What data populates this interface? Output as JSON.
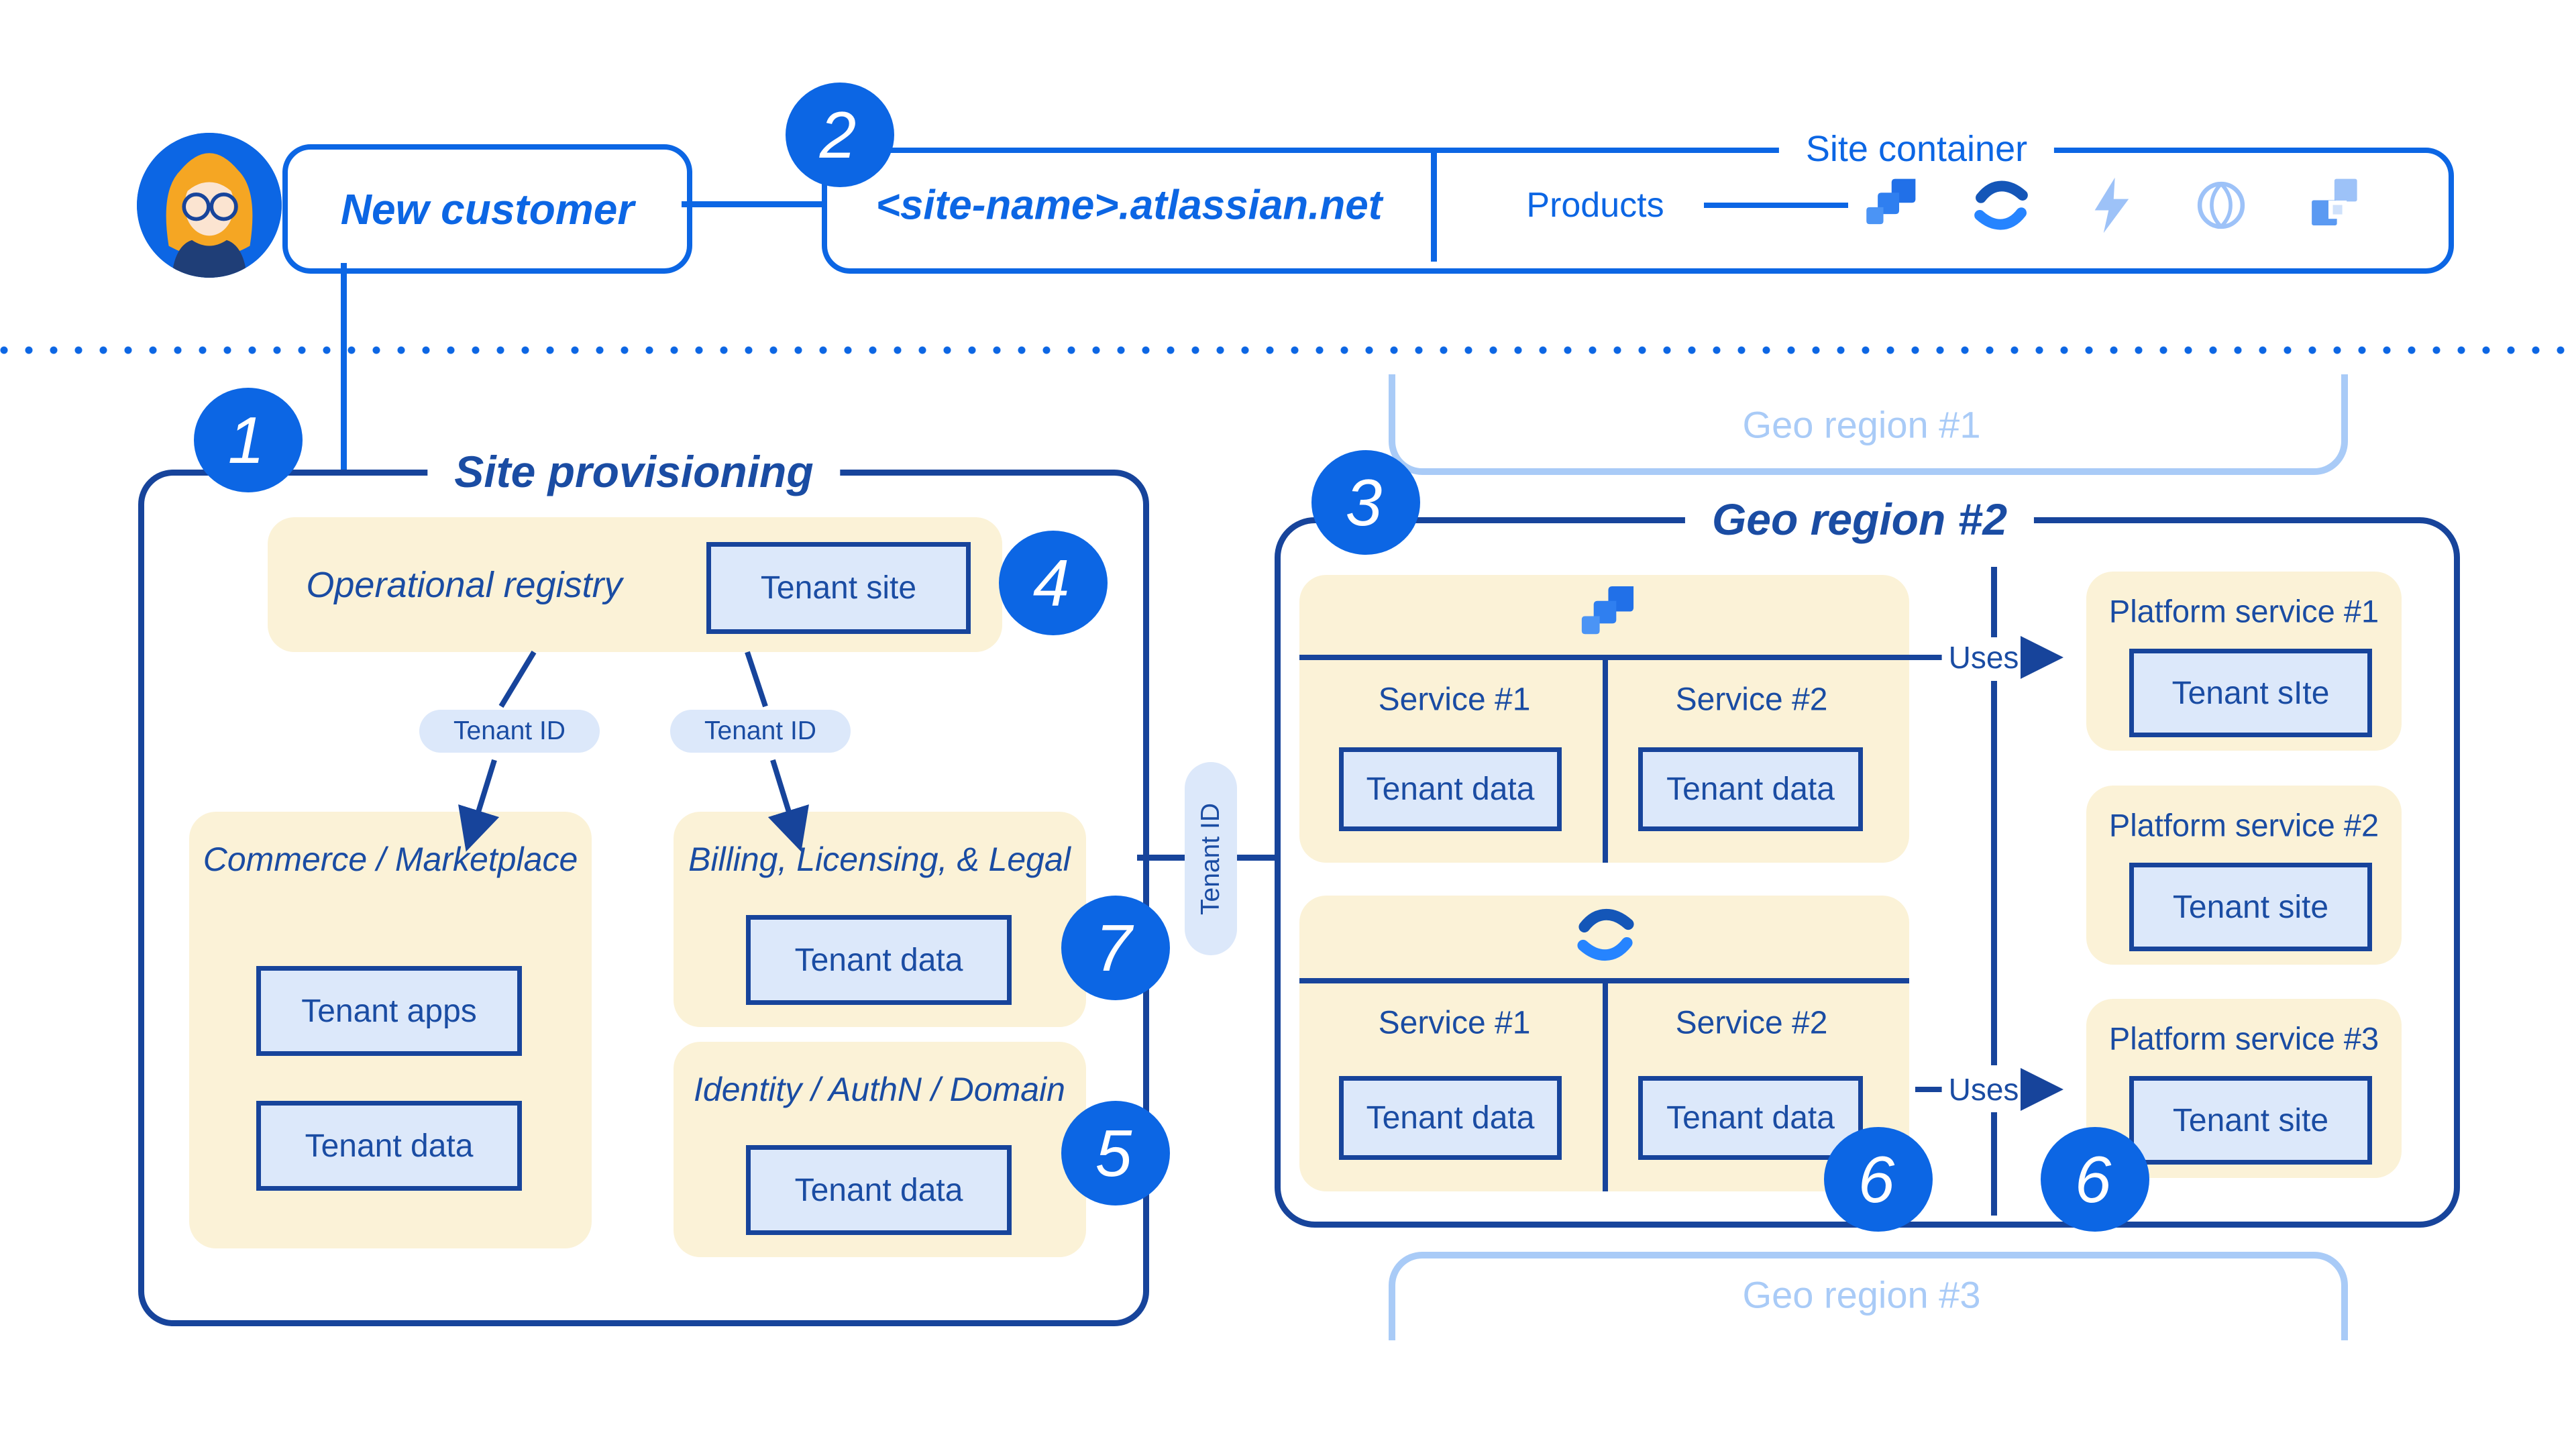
{
  "palette": {
    "brand_blue": "#0C66E4",
    "navy_border": "#17449B",
    "navy_text": "#1A4CA3",
    "cream": "#FBF2D7",
    "chip_fill": "#DCE8FA",
    "faded_blue": "#A9CBF7",
    "white": "#FFFFFF"
  },
  "header": {
    "customer_label": "New customer",
    "site_url": "<site-name>.atlassian.net",
    "site_container_title": "Site container",
    "products_label": "Products",
    "product_icons": [
      "jira-icon",
      "confluence-icon",
      "bolt-icon",
      "globe-icon",
      "squares-icon"
    ]
  },
  "badges": {
    "b1": "1",
    "b2": "2",
    "b3": "3",
    "b4": "4",
    "b5": "5",
    "b6a": "6",
    "b6b": "6",
    "b7": "7"
  },
  "site_provisioning": {
    "title": "Site provisioning",
    "operational_registry_label": "Operational registry",
    "tenant_site_chip": "Tenant site",
    "tenant_id_pill_left": "Tenant ID",
    "tenant_id_pill_right": "Tenant ID",
    "commerce": {
      "title": "Commerce / Marketplace",
      "chip1": "Tenant apps",
      "chip2": "Tenant data"
    },
    "billing": {
      "title": "Billing, Licensing, & Legal",
      "chip": "Tenant data"
    },
    "identity": {
      "title": "Identity / AuthN / Domain",
      "chip": "Tenant data"
    }
  },
  "connector": {
    "tenant_id_pill": "Tenant ID"
  },
  "geo": {
    "region1_label": "Geo region #1",
    "region3_label": "Geo region #3",
    "region2": {
      "title": "Geo region #2",
      "jira_section": {
        "service1": "Service #1",
        "service2": "Service #2",
        "chip1": "Tenant data",
        "chip2": "Tenant data"
      },
      "confluence_section": {
        "service1": "Service #1",
        "service2": "Service #2",
        "chip1": "Tenant data",
        "chip2": "Tenant data"
      },
      "uses1": "Uses",
      "uses2": "Uses",
      "platform1": {
        "title": "Platform service #1",
        "chip": "Tenant sIte"
      },
      "platform2": {
        "title": "Platform service #2",
        "chip": "Tenant site"
      },
      "platform3": {
        "title": "Platform service #3",
        "chip": "Tenant site"
      }
    }
  }
}
